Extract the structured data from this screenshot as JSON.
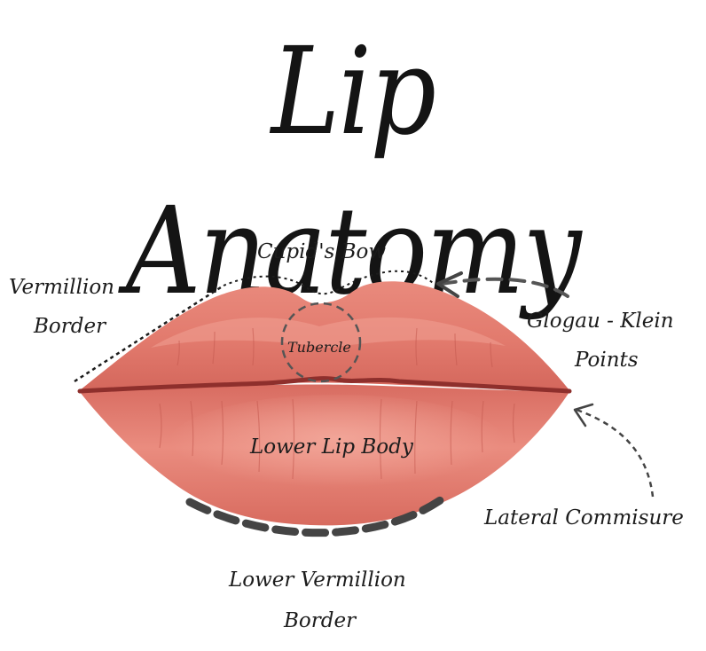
{
  "title": "Lip Anatomy",
  "labels": {
    "cupids_bow": "Cupid's Bow",
    "vermillion_border_line1": "Vermillion",
    "vermillion_border_line2": "Border",
    "tubercle": "Tubercle",
    "glogau_klein_line1": "Glogau - Klein",
    "glogau_klein_line2": "Points",
    "lower_lip_body": "Lower Lip Body",
    "lateral_commisure": "Lateral Commisure",
    "lower_vermillion_line1": "Lower Vermillion",
    "lower_vermillion_line2": "Border"
  },
  "colors": {
    "lip_base": "#e0776a",
    "lip_light": "#f0a497",
    "lip_dark": "#b4463d",
    "lip_line": "#8e2f2c",
    "ink": "#1c1c1c",
    "dash_gray": "#555555"
  }
}
